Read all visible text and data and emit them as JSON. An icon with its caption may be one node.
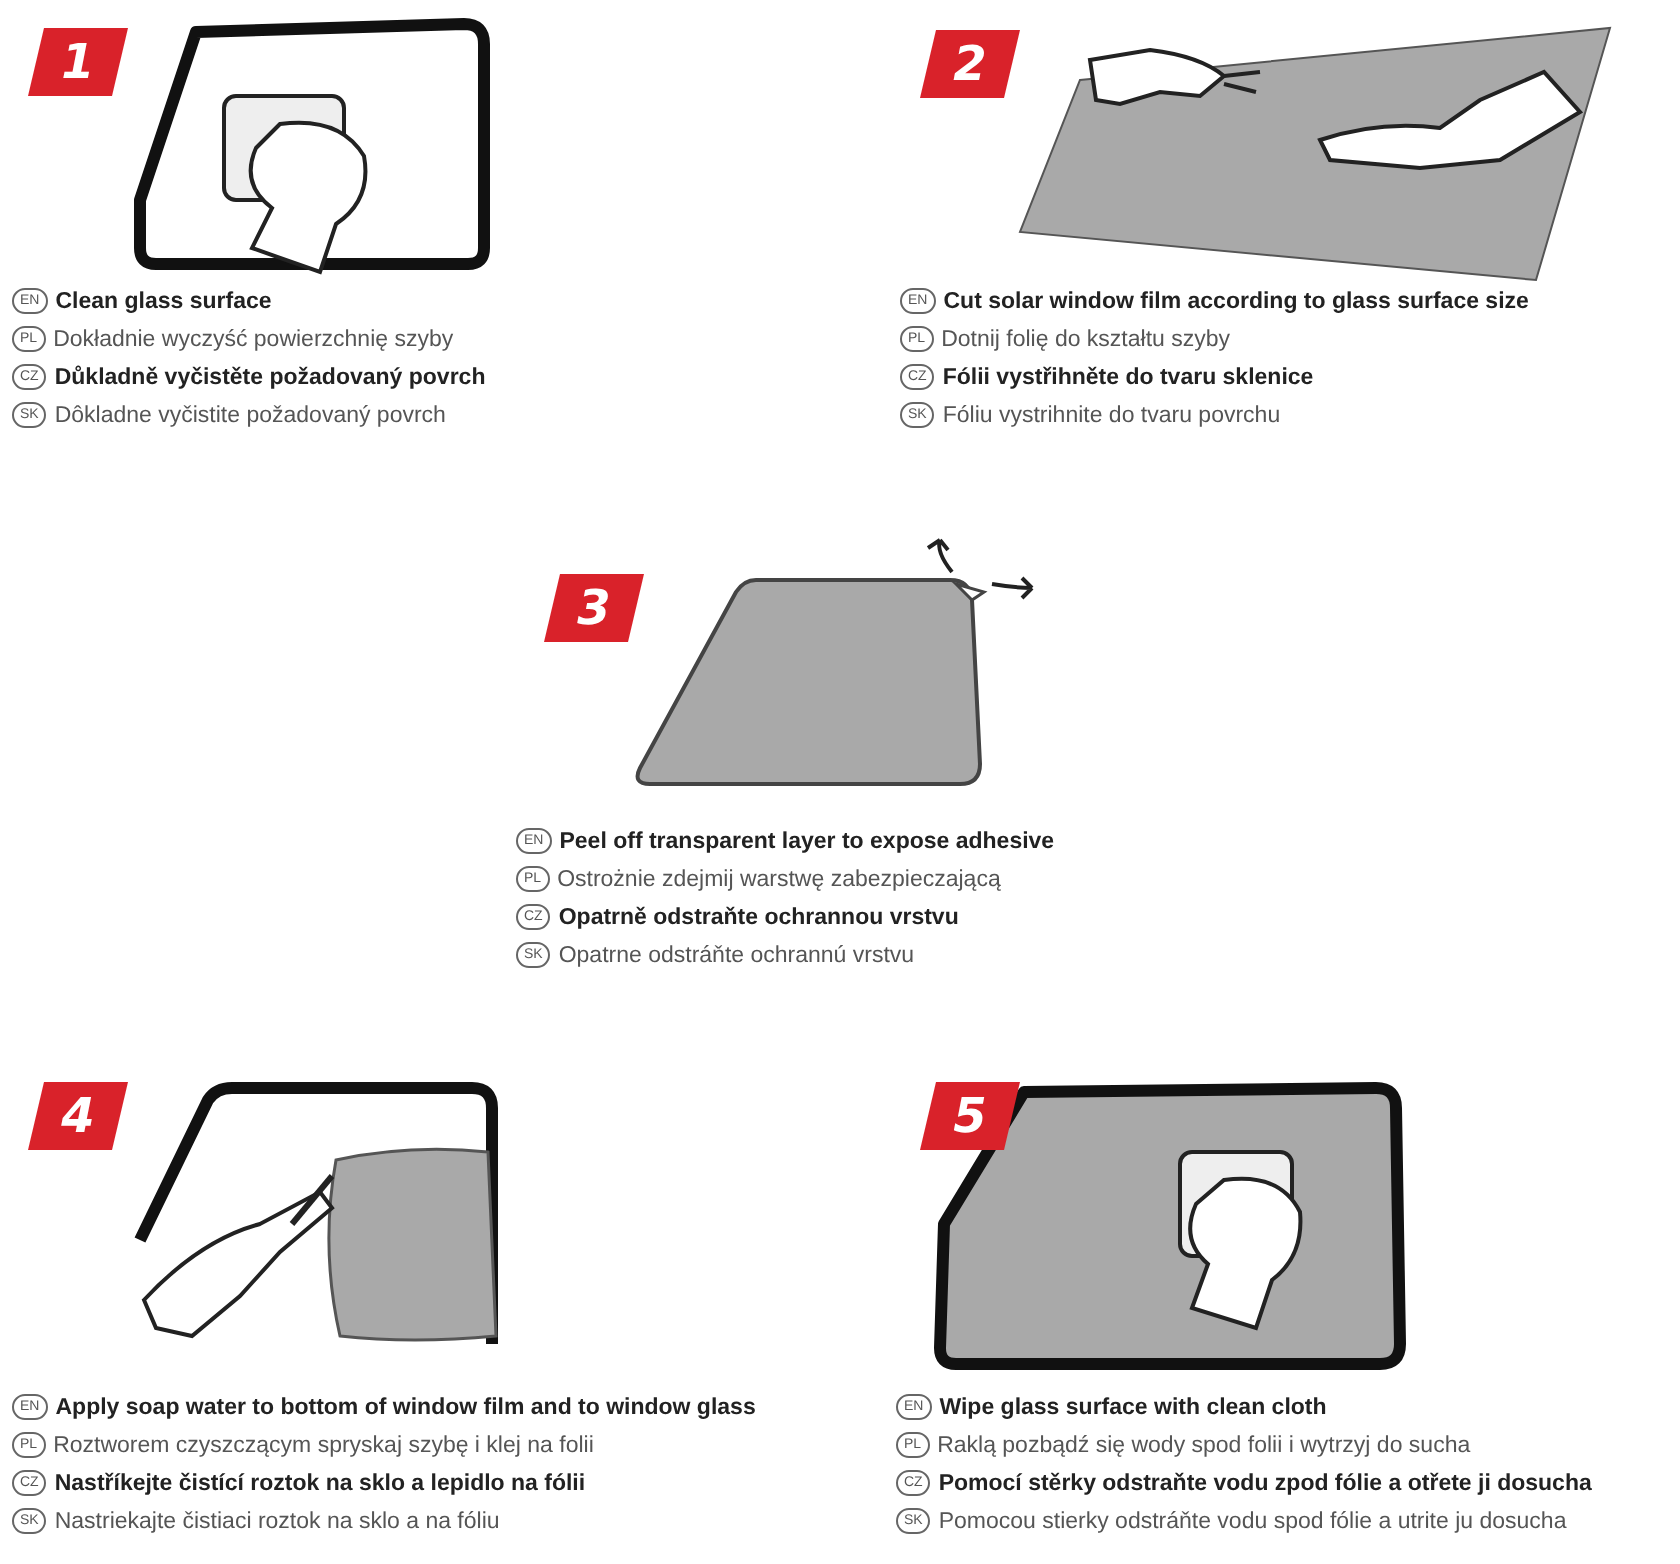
{
  "diagram": {
    "nodes": [
      {
        "text": [
          "1"
        ]
      },
      {
        "text": [
          "EN"
        ],
        "beside": [
          "Clean glass surface"
        ]
      },
      {
        "text": [
          "PL"
        ],
        "beside": [
          "Dokładnie wyczyść powierzchnię szyby"
        ]
      },
      {
        "text": [
          "CZ"
        ],
        "beside": [
          "Důkladně vyčistěte požadovaný povrch"
        ]
      },
      {
        "text": [
          "SK"
        ],
        "beside": [
          "Dôkladne vyčistite požadovaný povrch"
        ]
      },
      {
        "text": [
          "2"
        ]
      },
      {
        "text": [
          "EN"
        ],
        "beside": [
          "Cut solar window film according to glass surface size"
        ]
      },
      {
        "text": [
          "PL"
        ],
        "beside": [
          "Dotnij folię do kształtu szyby"
        ]
      },
      {
        "text": [
          "CZ"
        ],
        "beside": [
          "Fólii vystřihněte do tvaru sklenice"
        ]
      },
      {
        "text": [
          "SK"
        ],
        "beside": [
          "Fóliu vystrihnite do tvaru povrchu"
        ]
      },
      {
        "text": [
          "3"
        ]
      },
      {
        "text": [
          "EN"
        ],
        "beside": [
          "Peel off transparent layer to expose adhesive"
        ]
      },
      {
        "text": [
          "PL"
        ],
        "beside": [
          "Ostrożnie zdejmij warstwę zabezpieczającą"
        ]
      },
      {
        "text": [
          "CZ"
        ],
        "beside": [
          "Opatrně odstraňte ochrannou vrstvu"
        ]
      },
      {
        "text": [
          "SK"
        ],
        "beside": [
          "Opatrne odstráňte ochrannú vrstvu"
        ]
      },
      {
        "text": [
          "4"
        ]
      },
      {
        "text": [
          "EN"
        ],
        "beside": [
          "Apply soap water to bottom of window film and to window glass"
        ]
      },
      {
        "text": [
          "PL"
        ],
        "beside": [
          "Roztworem czyszczącym spryskaj szybę i klej na folii"
        ]
      },
      {
        "text": [
          "CZ"
        ],
        "beside": [
          "Nastříkejte čistící roztok na sklo a lepidlo na fólii"
        ]
      },
      {
        "text": [
          "SK"
        ],
        "beside": [
          "Nastriekajte čistiaci roztok na sklo a na fóliu"
        ]
      },
      {
        "text": [
          "5"
        ]
      },
      {
        "text": [
          "EN"
        ],
        "beside": [
          "Wipe glass surface with clean cloth"
        ]
      },
      {
        "text": [
          "PL"
        ],
        "beside": [
          "Raklą pozbądź się wody spod folii i wytrzyj do sucha"
        ]
      },
      {
        "text": [
          "CZ"
        ],
        "beside": [
          "Pomocí stěrky odstraňte vodu zpod fólie a otřete ji dosucha"
        ]
      },
      {
        "text": [
          "SK"
        ],
        "beside": [
          "Pomocou stierky odstráňte vodu spod fólie a utrite ju dosucha"
        ]
      }
    ]
  }
}
